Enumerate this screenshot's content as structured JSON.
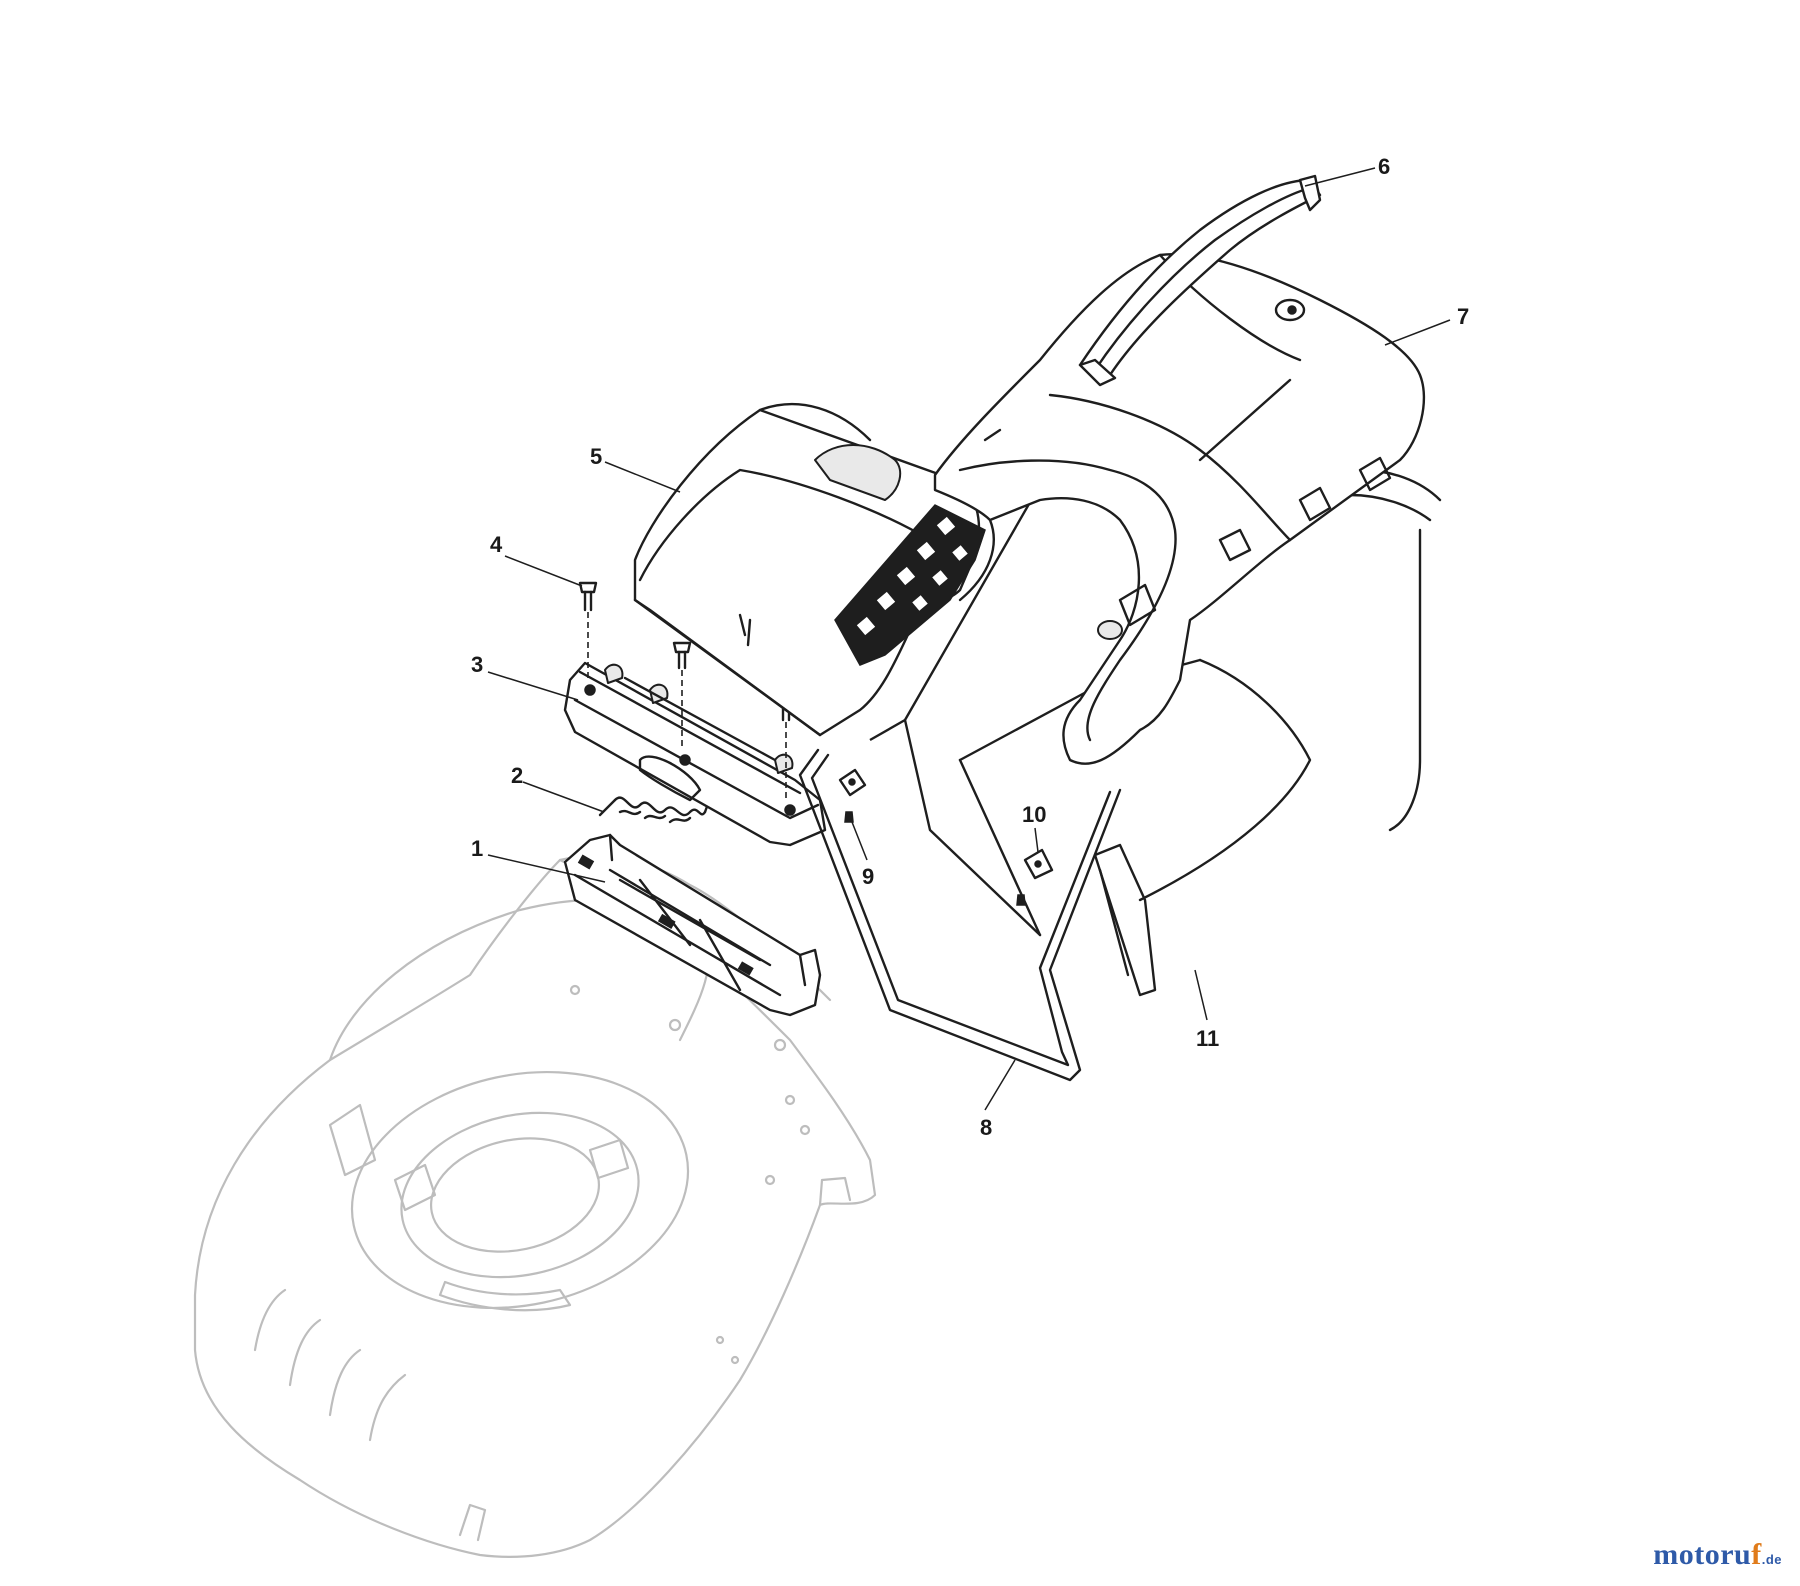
{
  "callouts": [
    {
      "id": "1",
      "label": "1"
    },
    {
      "id": "2",
      "label": "2"
    },
    {
      "id": "3",
      "label": "3"
    },
    {
      "id": "4",
      "label": "4"
    },
    {
      "id": "5",
      "label": "5"
    },
    {
      "id": "6",
      "label": "6"
    },
    {
      "id": "7",
      "label": "7"
    },
    {
      "id": "8",
      "label": "8"
    },
    {
      "id": "9",
      "label": "9"
    },
    {
      "id": "10",
      "label": "10"
    },
    {
      "id": "11",
      "label": "11"
    }
  ],
  "watermark": {
    "main": "motoru",
    "accent": "f",
    "tld": ".de"
  }
}
